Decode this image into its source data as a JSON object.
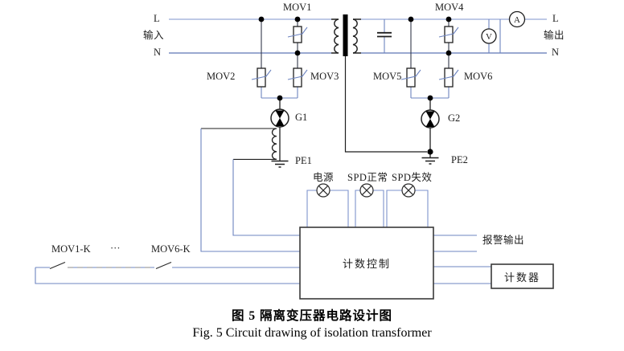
{
  "colors": {
    "wire_light": "#97a9d6",
    "wire": "#6d84c0",
    "component": "#1f1f1f",
    "box_border": "#3a3a3a",
    "dash": "#8a8a8a"
  },
  "io": {
    "left": {
      "l": "L",
      "name": "输入",
      "n": "N"
    },
    "right": {
      "l": "L",
      "name": "输出",
      "n": "N"
    }
  },
  "movs": {
    "mov1": "MOV1",
    "mov2": "MOV2",
    "mov3": "MOV3",
    "mov4": "MOV4",
    "mov5": "MOV5",
    "mov6": "MOV6"
  },
  "gdt": {
    "g1": "G1",
    "g2": "G2"
  },
  "grounds": {
    "pe1": "PE1",
    "pe2": "PE2"
  },
  "meters": {
    "ammeter": "A",
    "voltmeter": "V"
  },
  "lamps": [
    {
      "label": "电源"
    },
    {
      "label": "SPD正常"
    },
    {
      "label": "SPD失效"
    }
  ],
  "switches": {
    "first": "MOV1-K",
    "ellipsis": "···",
    "last": "MOV6-K"
  },
  "outputs": {
    "alarm": "报警输出",
    "counter": "计数器"
  },
  "control_box": {
    "label": "计数控制"
  },
  "caption": {
    "zh": "图 5 隔离变压器电路设计图",
    "en": "Fig. 5 Circuit drawing of isolation transformer"
  }
}
